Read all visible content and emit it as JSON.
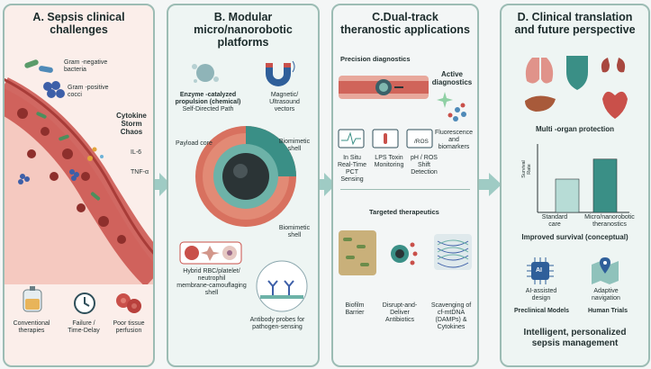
{
  "panelA": {
    "title_line1": "A. Sepsis clinical",
    "title_line2": "challenges",
    "gram_neg": [
      "Gram -negative",
      "bacteria"
    ],
    "gram_pos": [
      "Gram -positive",
      "cocci"
    ],
    "cytokine": [
      "Cytokine",
      "Storm",
      "Chaos"
    ],
    "il6": "IL-6",
    "tnf": "TNF-α",
    "bottom1": [
      "Conventional",
      "therapies"
    ],
    "bottom2": [
      "Failure /",
      "Time-Delay"
    ],
    "bottom3": [
      "Poor tissue",
      "perfusion"
    ]
  },
  "panelB": {
    "title_line1": "B. Modular",
    "title_line2": "micro/nanorobotic",
    "title_line3": "platforms",
    "enzyme": [
      "Enzyme -catalyzed",
      "propulsion (chemical)",
      "Self-Directed Path"
    ],
    "magnetic": [
      "Magnetic/",
      "Ultrasound",
      "vectors"
    ],
    "payload": "Payload core",
    "biomimetic1": [
      "Biomimetic",
      "shell"
    ],
    "biomimetic2": [
      "Biomimetic",
      "shell"
    ],
    "hybrid": [
      "Hybrid RBC/platelet/",
      "neutrophil",
      "membrane-camouflaging",
      "shell"
    ],
    "antibody": [
      "Antibody probes for",
      "pathogen-sensing"
    ]
  },
  "panelC": {
    "title_line1": "C.Dual-track",
    "title_line2": "theranostic applications",
    "precision": "Precision diagnostics",
    "active": [
      "Active",
      "diagnostics"
    ],
    "insitu": [
      "In Situ",
      "Real-Time",
      "PCT Sensing"
    ],
    "lps": [
      "LPS Toxin",
      "Monitoring"
    ],
    "ros_icon": "/ROS",
    "ros": [
      "pH / ROS",
      "Shift",
      "Detection"
    ],
    "fluor": [
      "Fluorescence",
      "and",
      "biomarkers"
    ],
    "targeted": "Targeted therapeutics",
    "biofilm": [
      "Biofilm",
      "Barrier"
    ],
    "disrupt": [
      "Disrupt-and-",
      "Deliver",
      "Antibiotics"
    ],
    "scavenge": [
      "Scavenging of",
      "cf-mtDNA",
      "(DAMPs) &",
      "Cytokines"
    ]
  },
  "panelD": {
    "title_line1": "D.   Clinical translation",
    "title_line2": "and future perspective",
    "multiorgan": "Multi -organ protection",
    "yaxis": [
      "Survival",
      "Rate"
    ],
    "bar1": [
      "Standard",
      "care"
    ],
    "bar2": [
      "Micro/nanorobotic",
      "theranostics"
    ],
    "improved": "Improved survival (conceptual)",
    "ai_icon": "AI",
    "ai": [
      "AI-assisted",
      "design"
    ],
    "nav": [
      "Adaptive",
      "navigation"
    ],
    "preclinical": "Preclinical Models",
    "human": "Human Trials",
    "final": [
      "Intelligent, personalized",
      "sepsis management"
    ]
  },
  "chart_data": {
    "type": "bar",
    "categories": [
      "Standard care",
      "Micro/nanorobotic theranostics"
    ],
    "values": [
      0.5,
      0.8
    ],
    "ylabel": "Survival Rate"
  },
  "colors": {
    "accent": "#3f8f86",
    "vessel": "#c9504a",
    "arrow": "#8fc2bb"
  }
}
